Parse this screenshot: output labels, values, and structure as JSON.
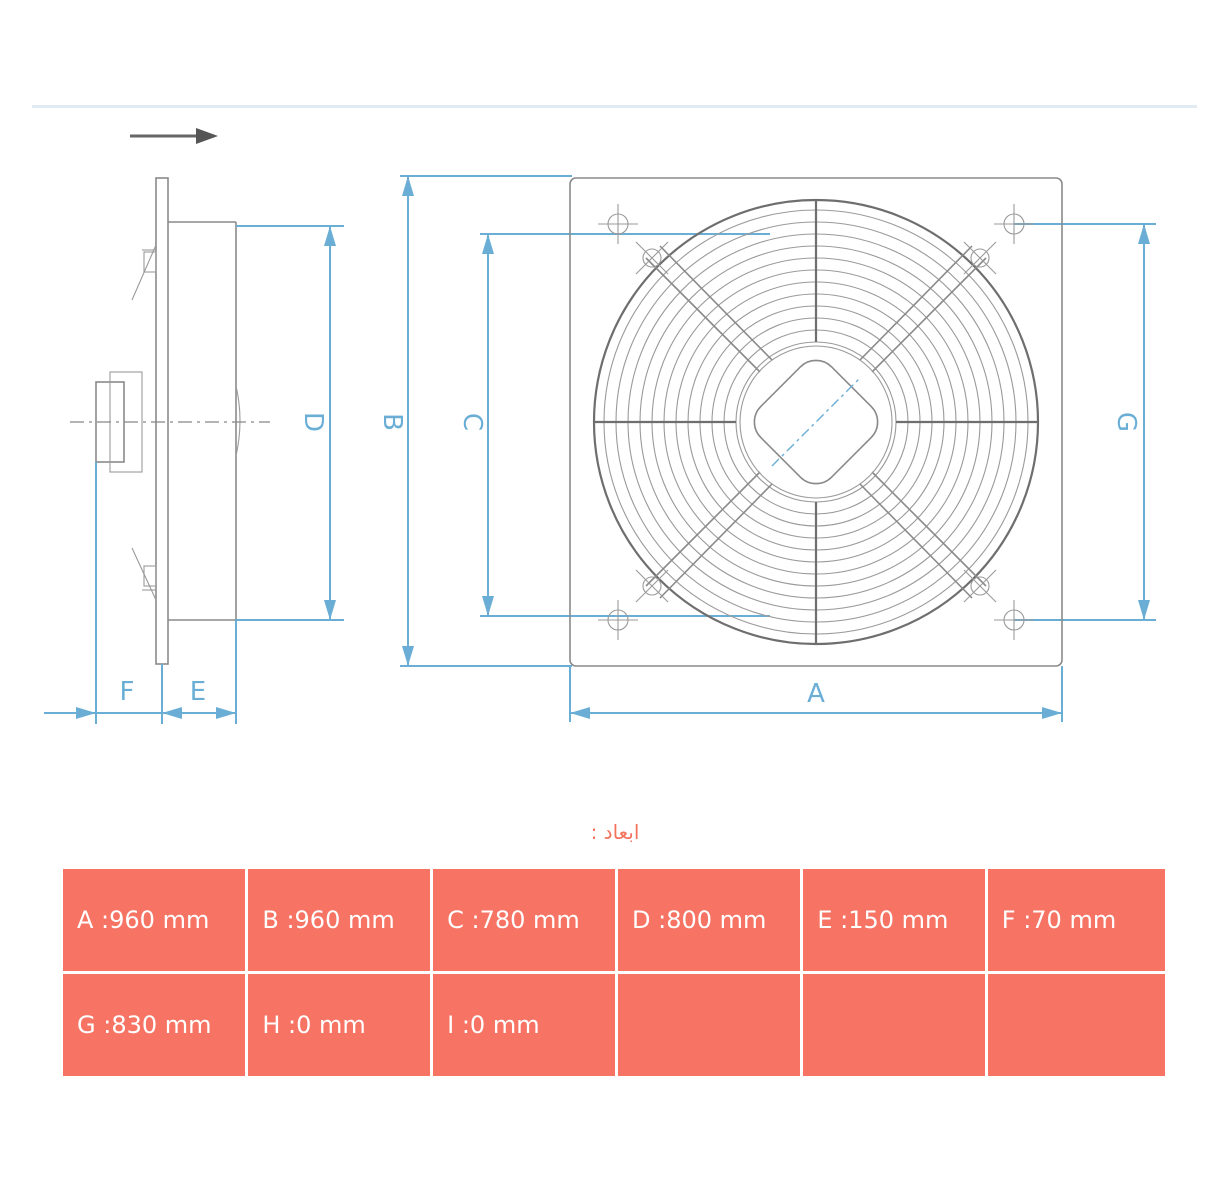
{
  "drawing": {
    "labels": {
      "a": "A",
      "b": "B",
      "c": "C",
      "d": "D",
      "e": "E",
      "f": "F",
      "g": "G"
    }
  },
  "caption": "ابعاد :",
  "table": {
    "rows": [
      [
        "A :960 mm",
        "B :960 mm",
        "C :780 mm",
        "D :800 mm",
        "E :150 mm",
        "F :70 mm"
      ],
      [
        "G :830 mm",
        "H :0 mm",
        "I :0 mm",
        "",
        "",
        ""
      ]
    ]
  },
  "colors": {
    "dimension": "#6aaed6",
    "table_bg": "#f77464",
    "caption": "#f4735f",
    "metal": "#8a8a8a"
  }
}
